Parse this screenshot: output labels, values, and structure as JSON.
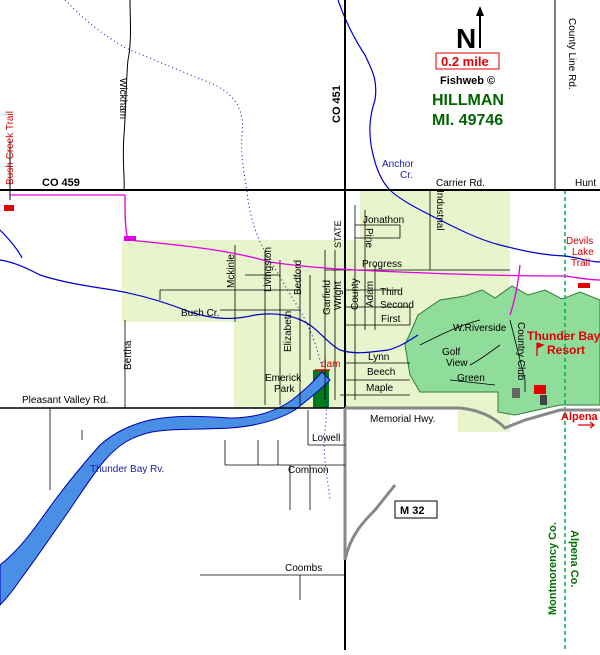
{
  "header": {
    "north_symbol": "N",
    "scale_label": "0.2 mile",
    "credit": "Fishweb ©",
    "town": "HILLMAN",
    "state_zip": "MI.  49746"
  },
  "roads": {
    "co459": "CO 459",
    "co451": "CO 451",
    "carrier": "Carrier Rd.",
    "hunt": "Hunt",
    "wickham": "Wickham",
    "county_line": "County Line Rd.",
    "pleasant_valley": "Pleasant  Valley Rd.",
    "memorial": "Memorial Hwy.",
    "lowell": "Lowell",
    "common": "Common",
    "coombs": "Coombs",
    "bertha": "Bertha",
    "m32": "M 32"
  },
  "streets": {
    "jonathon": "Jonathon",
    "industrial": "Industrial",
    "state": "STATE",
    "pine": "Pine",
    "progress": "Progress",
    "third": "Third",
    "second": "Second",
    "first": "First",
    "lynn": "Lynn",
    "beech": "Beech",
    "maple": "Maple",
    "mckinle": "Mckinle",
    "livingston": "Livingston",
    "bedford": "Bedford",
    "elizabeth": "Elizabeth",
    "garfield": "Garfield",
    "wright": "Wright",
    "county": "County",
    "adam": "Adam",
    "w_riverside": "W.Riverside",
    "golf": "Golf",
    "view": "View",
    "green": "Green",
    "country_club": "Country Club"
  },
  "water": {
    "anchor_line1": "Anchor",
    "anchor_line2": "Cr.",
    "bush_cr": "Bush Cr.",
    "thunder_bay_rv": "Thunder Bay Rv."
  },
  "places": {
    "emerick_line1": "Emerick",
    "emerick_line2": "Park",
    "dam": "dam",
    "resort_line1": "Thunder Bay",
    "resort_line2": "Resort",
    "montmorency": "Montmorency Co.",
    "alpena_co": "Alpena Co."
  },
  "trails": {
    "bush_creek": "Bush Creek Trail",
    "devils_line1": "Devils",
    "devils_line2": "Lake",
    "devils_line3": "Trail",
    "alpena": "Alpena"
  },
  "colors": {
    "town_area": "#e8f5cc",
    "golf_area": "#90dd9b",
    "park": "#007a1e",
    "river": "#4a8fe6",
    "creek": "#0000cc",
    "trail": "#e000e0",
    "road": "#000000",
    "highway": "#888888",
    "county_line": "#00b050",
    "accent_red": "#e00000"
  }
}
